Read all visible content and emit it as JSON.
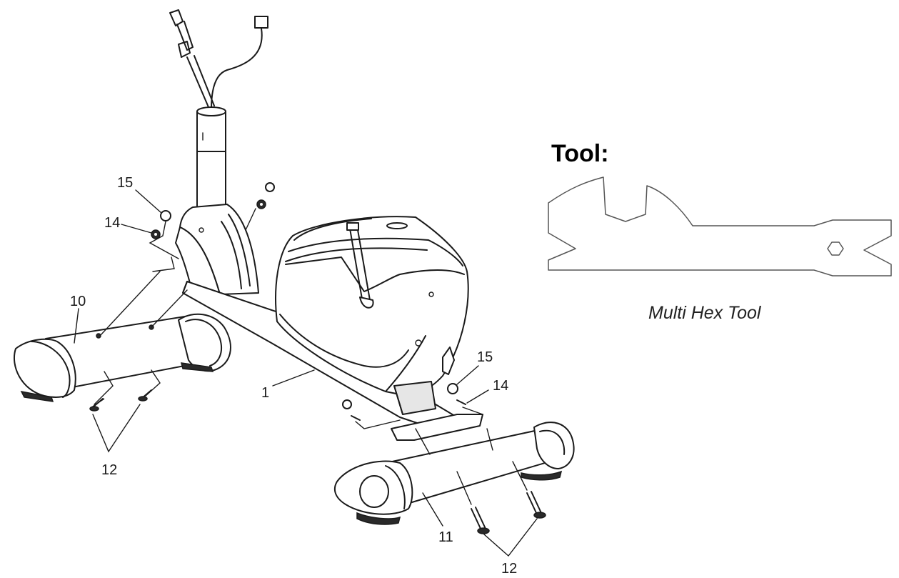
{
  "tool": {
    "heading": "Tool:",
    "caption": "Multi Hex Tool"
  },
  "labels": {
    "p1": "1",
    "p10": "10",
    "p11": "11",
    "p12_left": "12",
    "p12_right": "12",
    "p14_left": "14",
    "p14_right": "14",
    "p15_left": "15",
    "p15_right": "15"
  }
}
